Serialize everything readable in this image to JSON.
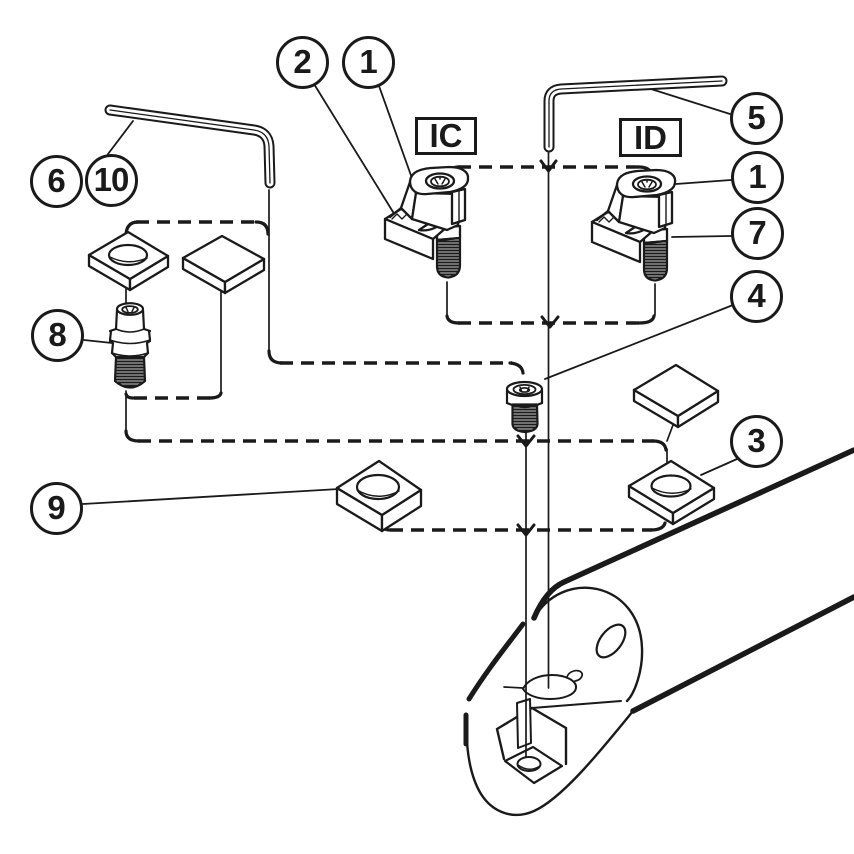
{
  "figure": {
    "colors": {
      "background": "#ffffff",
      "line": "#1a1a1a"
    },
    "labels": {
      "ic": "IC",
      "id": "ID"
    },
    "callouts": {
      "c2": {
        "label": "2"
      },
      "c1_top": {
        "label": "1"
      },
      "c5": {
        "label": "5"
      },
      "c1_right": {
        "label": "1"
      },
      "c7": {
        "label": "7"
      },
      "c4": {
        "label": "4"
      },
      "c3": {
        "label": "3"
      },
      "c6": {
        "label": "6"
      },
      "c10": {
        "label": "10"
      },
      "c8": {
        "label": "8"
      },
      "c9": {
        "label": "9"
      }
    }
  }
}
